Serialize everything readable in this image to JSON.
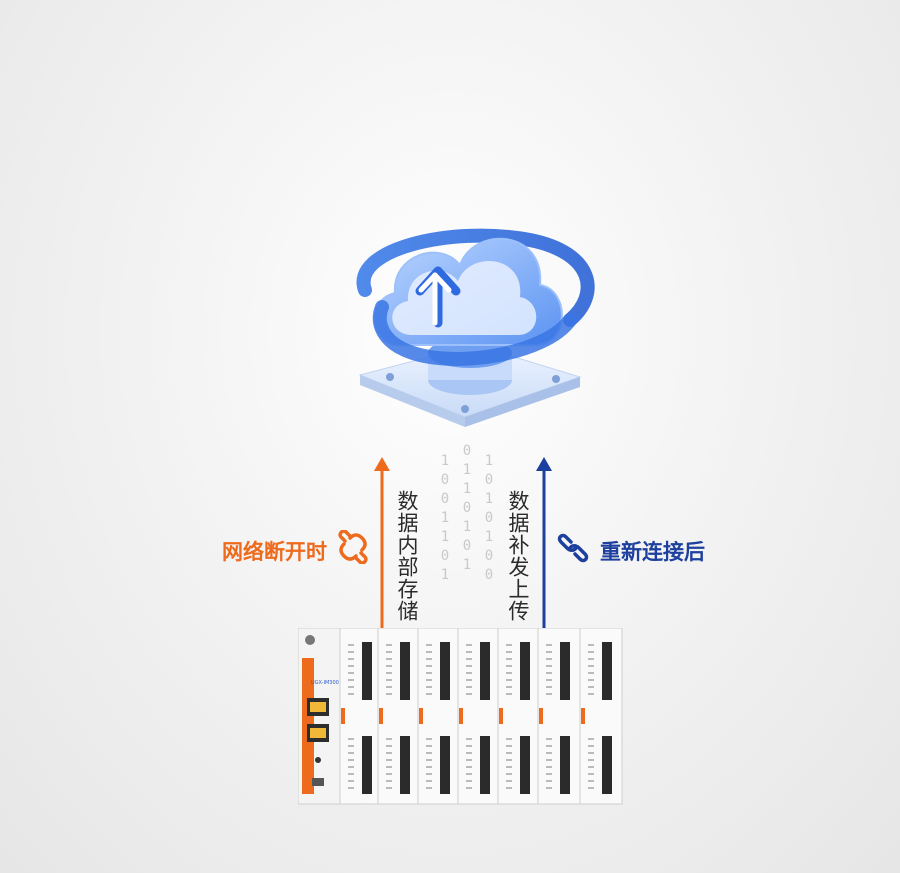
{
  "left_label": "网络断开时",
  "right_label": "重新连接后",
  "left_arrow_text": "数据内部存储",
  "right_arrow_text": "数据补发上传",
  "binary_columns": [
    [
      "1",
      "0",
      "0",
      "1",
      "1",
      "0",
      "1"
    ],
    [
      "0",
      "1",
      "1",
      "0",
      "1",
      "0",
      "1"
    ],
    [
      "1",
      "0",
      "1",
      "0",
      "1",
      "0",
      "0"
    ]
  ],
  "device_model": "UGX-IM300",
  "colors": {
    "orange": "#ee6a1d",
    "blue": "#1d3f9e",
    "cloud_blue": "#4a88ee"
  },
  "icons": {
    "disconnect": "broken-link-icon",
    "connect": "link-icon",
    "cloud": "cloud-upload-icon"
  }
}
